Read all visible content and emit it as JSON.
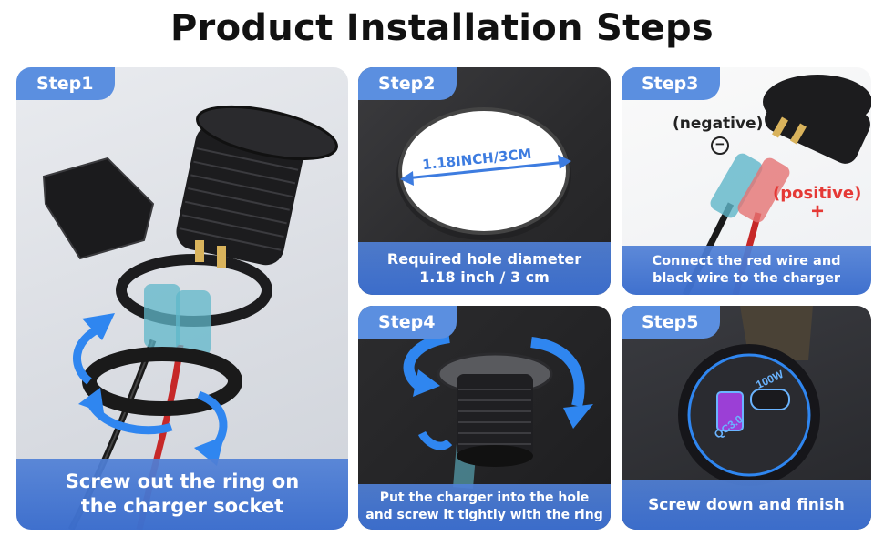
{
  "title": "Product Installation Steps",
  "colors": {
    "accent_blue": "#5b8fe0",
    "caption_blue": "#4a7ed6",
    "positive_red": "#e53935",
    "negative_black": "#222222",
    "arrow_blue": "#2f86f0"
  },
  "steps": [
    {
      "badge": "Step1",
      "caption_lines": [
        "Screw out the ring on",
        "the charger socket"
      ]
    },
    {
      "badge": "Step2",
      "dimension_label": "1.18INCH/3CM",
      "caption_lines": [
        "Required hole diameter",
        "1.18 inch / 3 cm"
      ]
    },
    {
      "badge": "Step3",
      "negative_label": "(negative)",
      "negative_symbol": "−",
      "positive_label": "(positive)",
      "positive_symbol": "+",
      "caption_lines": [
        "Connect the red wire and",
        "black wire to the charger"
      ]
    },
    {
      "badge": "Step4",
      "caption_lines": [
        "Put the charger into the hole",
        "and screw it tightly with the ring"
      ]
    },
    {
      "badge": "Step5",
      "port_labels": [
        "100W",
        "QC3.0"
      ],
      "caption_lines": [
        "Screw down and finish"
      ]
    }
  ]
}
